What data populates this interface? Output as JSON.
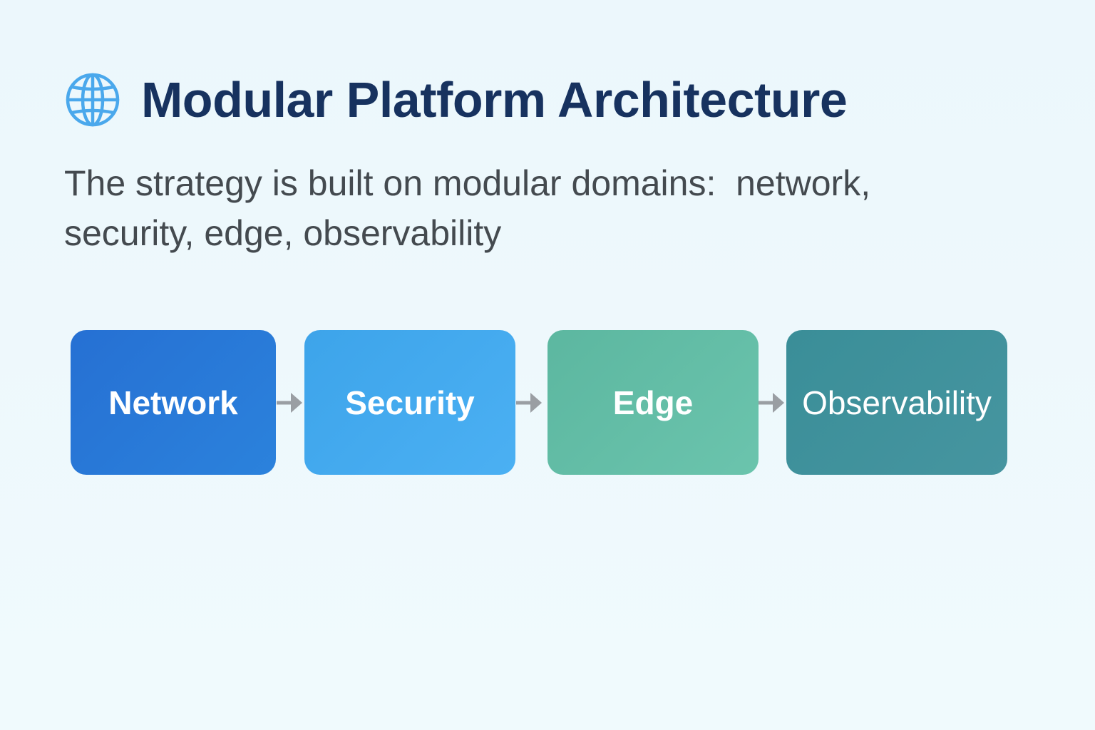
{
  "header": {
    "title": "Modular Platform Architecture",
    "icon": "globe-icon",
    "icon_color": "#4aa8ec"
  },
  "subtitle": "The strategy is built on modular domains:  network, security, edge, observability",
  "flow": {
    "steps": [
      {
        "label": "Network",
        "color": "#2876d6"
      },
      {
        "label": "Security",
        "color": "#45aaf0"
      },
      {
        "label": "Edge",
        "color": "#63bda6"
      },
      {
        "label": "Observability",
        "color": "#40929c"
      }
    ],
    "arrow_color": "#9a9ea3"
  },
  "colors": {
    "background": "#eef8fd",
    "title": "#17325f",
    "body_text": "#444a4f"
  }
}
